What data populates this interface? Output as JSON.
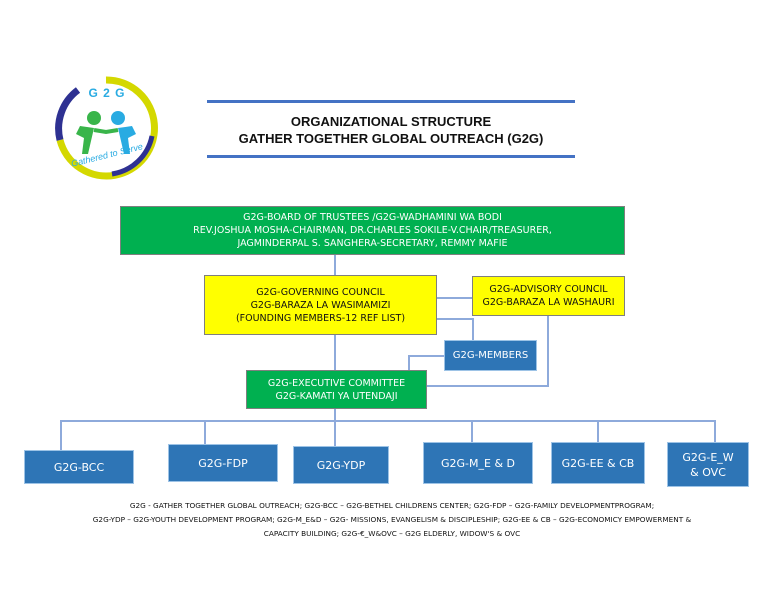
{
  "logo": {
    "text_top": "G 2 G",
    "text_bottom": "Gathered to Serve",
    "colors": {
      "ring_yellow": "#d4d800",
      "ring_blue": "#2e3192",
      "figure_green": "#39b54a",
      "figure_blue": "#29abe2",
      "text_blue": "#29abe2"
    }
  },
  "header": {
    "line1": "ORGANIZATIONAL STRUCTURE",
    "line2": "GATHER TOGETHER GLOBAL OUTREACH (G2G)"
  },
  "board": {
    "line1": "G2G-BOARD OF TRUSTEES /G2G-WADHAMINI WA BODI",
    "line2": "REV.JOSHUA MOSHA-CHAIRMAN, DR.CHARLES SOKILE-V.CHAIR/TREASURER,",
    "line3": "JAGMINDERPAL S. SANGHERA-SECRETARY, REMMY MAFIE"
  },
  "governing_council": {
    "line1": "G2G-GOVERNING COUNCIL",
    "line2": "G2G-BARAZA LA WASIMAMIZI",
    "line3": "(FOUNDING MEMBERS-12 REF LIST)"
  },
  "advisory_council": {
    "line1": "G2G-ADVISORY COUNCIL",
    "line2": "G2G-BARAZA LA WASHAURI"
  },
  "members": {
    "label": "G2G-MEMBERS"
  },
  "executive_committee": {
    "line1": "G2G-EXECUTIVE COMMITTEE",
    "line2": "G2G-KAMATI YA UTENDAJI"
  },
  "programs": [
    {
      "line1": "G2G-BCC",
      "line2": ""
    },
    {
      "line1": "G2G-FDP",
      "line2": ""
    },
    {
      "line1": "G2G-YDP",
      "line2": ""
    },
    {
      "line1": "G2G-M_E & D",
      "line2": ""
    },
    {
      "line1": "G2G-EE & CB",
      "line2": ""
    },
    {
      "line1": "G2G-E_W",
      "line2": "& OVC"
    }
  ],
  "footnote": {
    "line1": "G2G - GATHER TOGETHER GLOBAL OUTREACH; G2G-BCC – G2G-BETHEL CHILDRENS CENTER; G2G-FDP – G2G-FAMILY DEVELOPMENTPROGRAM;",
    "line2": "G2G-YDP – G2G-YOUTH DEVELOPMENT PROGRAM; G2G-M_E&D – G2G- MISSIONS, EVANGELISM & DISCIPLESHIP; G2G-EE & CB – G2G-ECONOMICY EMPOWERMENT &",
    "line3": "CAPACITY BUILDING; G2G-€_W&OVC – G2G ELDERLY, WIDOW'S & OVC"
  },
  "colors": {
    "green_box": "#00b050",
    "yellow_box": "#ffff00",
    "blue_box": "#2e75b6",
    "connector": "#8eaadb",
    "rule": "#4472c4"
  }
}
